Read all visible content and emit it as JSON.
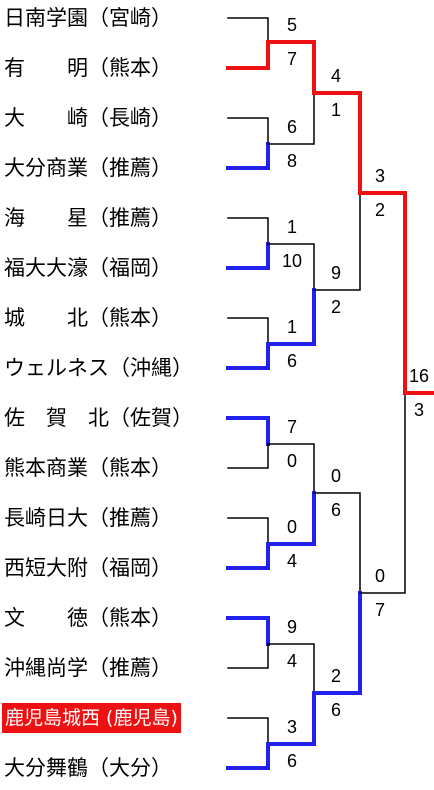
{
  "colors": {
    "winner": "#ee1111",
    "loser_path": "#2222ee",
    "line": "#000000",
    "highlight_bg": "#ee1111"
  },
  "teams": [
    {
      "name": "日南学園（宮崎）"
    },
    {
      "name": "有　　明（熊本）"
    },
    {
      "name": "大　　崎（長崎）"
    },
    {
      "name": "大分商業（推薦）"
    },
    {
      "name": "海　　星（推薦）"
    },
    {
      "name": "福大大濠（福岡）"
    },
    {
      "name": "城　　北（熊本）"
    },
    {
      "name": "ウェルネス（沖縄）"
    },
    {
      "name": "佐　賀　北（佐賀）"
    },
    {
      "name": "熊本商業（熊本）"
    },
    {
      "name": "長崎日大（推薦）"
    },
    {
      "name": "西短大附（福岡）"
    },
    {
      "name": "文　　徳（熊本）"
    },
    {
      "name": "沖縄尚学（推薦）"
    },
    {
      "name": "鹿児島城西 (鹿児島)",
      "highlight": true
    },
    {
      "name": "大分舞鶴（大分）"
    }
  ],
  "round1": [
    {
      "top": "5",
      "bottom": "7"
    },
    {
      "top": "6",
      "bottom": "8"
    },
    {
      "top": "1",
      "bottom": "10"
    },
    {
      "top": "1",
      "bottom": "6"
    },
    {
      "top": "7",
      "bottom": "0"
    },
    {
      "top": "0",
      "bottom": "4"
    },
    {
      "top": "9",
      "bottom": "4"
    },
    {
      "top": "3",
      "bottom": "6"
    }
  ],
  "round2": [
    {
      "top": "4",
      "bottom": "1"
    },
    {
      "top": "9",
      "bottom": "2"
    },
    {
      "top": "0",
      "bottom": "6"
    },
    {
      "top": "2",
      "bottom": "6"
    }
  ],
  "semifinal": [
    {
      "top": "3",
      "bottom": "2"
    },
    {
      "top": "0",
      "bottom": "7"
    }
  ],
  "final": {
    "top": "16",
    "bottom": "3"
  }
}
